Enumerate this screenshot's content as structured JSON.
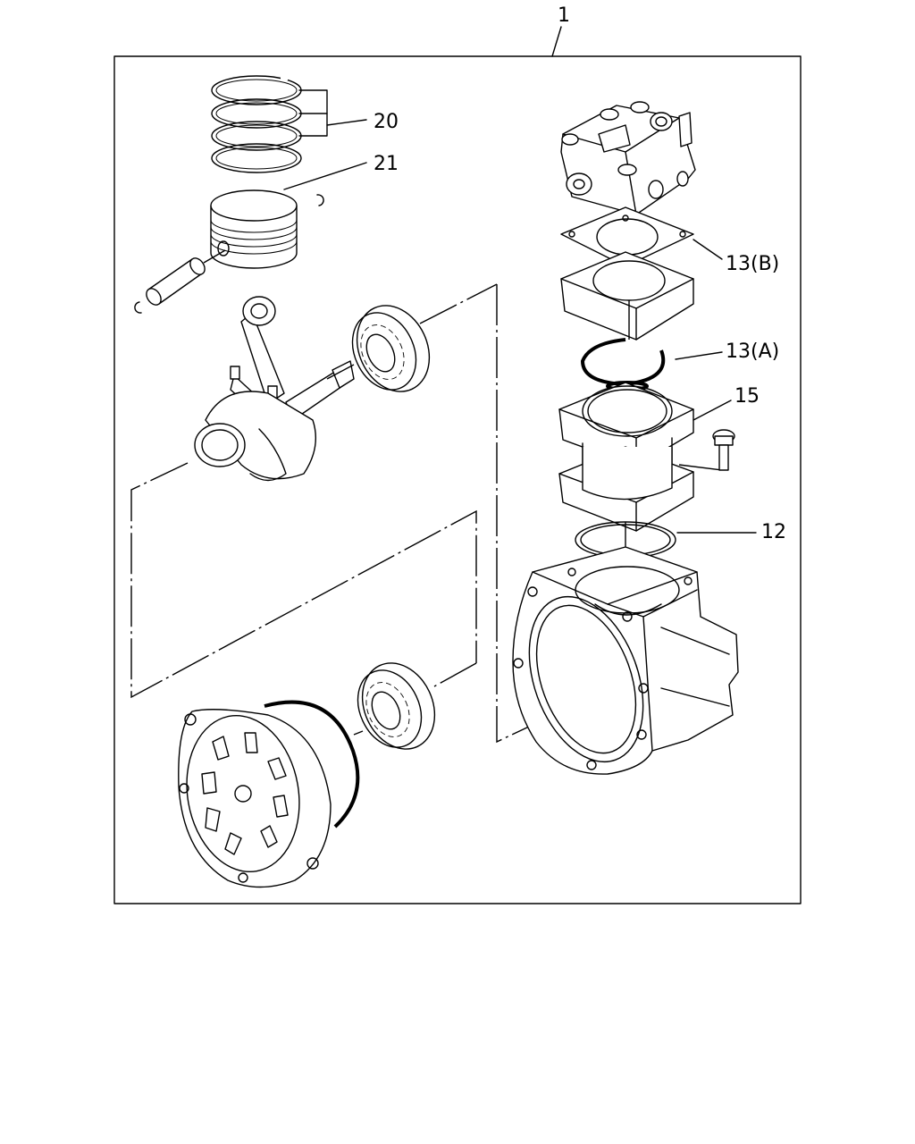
{
  "colors": {
    "line": "#000000",
    "background": "#ffffff"
  },
  "callouts": {
    "assembly": "1",
    "rings": "20",
    "piston": "21",
    "gasket_b": "13(B)",
    "gasket_a": "13(A)",
    "cylinder": "15",
    "oring": "12"
  }
}
